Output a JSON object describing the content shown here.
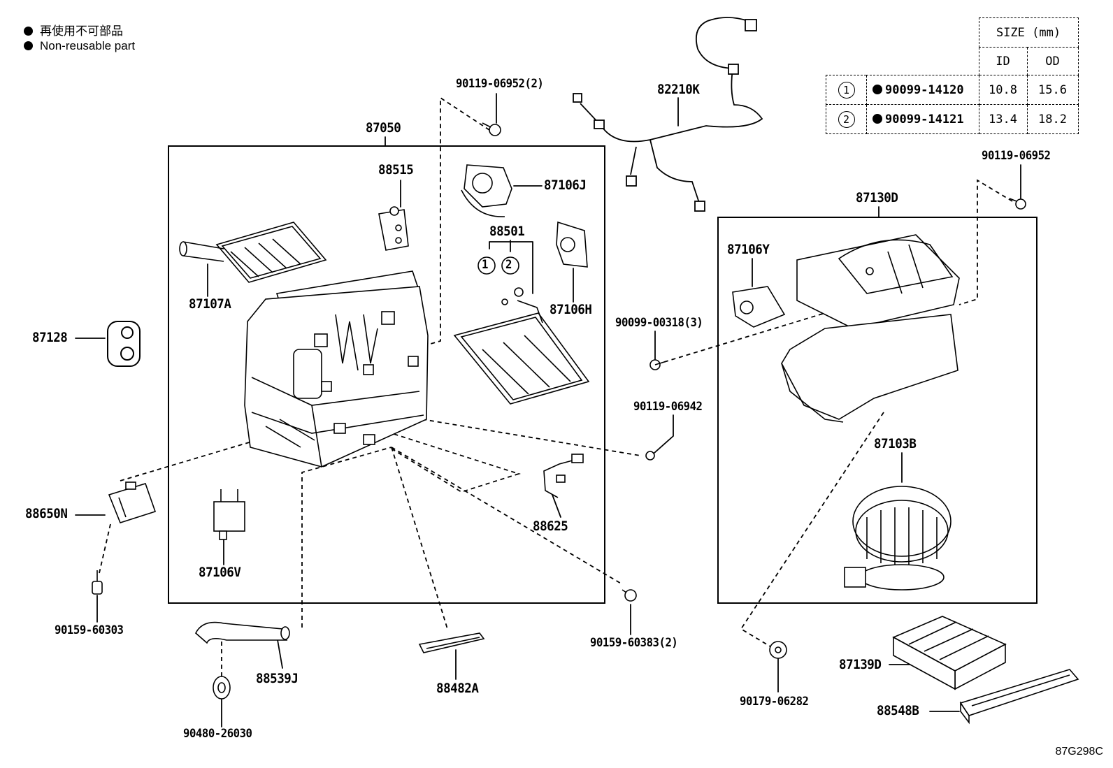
{
  "legend": {
    "line1": "再使用不可部品",
    "line2": "Non-reusable part"
  },
  "size_table": {
    "header": "SIZE (mm)",
    "col_id": "ID",
    "col_od": "OD",
    "rows": [
      {
        "index": "1",
        "part": "90099-14120",
        "id": "10.8",
        "od": "15.6"
      },
      {
        "index": "2",
        "part": "90099-14121",
        "id": "13.4",
        "od": "18.2"
      }
    ]
  },
  "labels": {
    "p87050": "87050",
    "p88515": "88515",
    "p87106j": "87106J",
    "p88501": "88501",
    "c1": "1",
    "c2": "2",
    "p87106h": "87106H",
    "p87107a": "87107A",
    "p87128": "87128",
    "p88650n": "88650N",
    "p87106v": "87106V",
    "p88625": "88625",
    "p90159_60303": "90159-60303",
    "p88539j": "88539J",
    "p90480_26030": "90480-26030",
    "p88482a": "88482A",
    "p90159_60383": "90159-60383(2)",
    "p90119_06952_2": "90119-06952(2)",
    "p82210k": "82210K",
    "p90119_06952": "90119-06952",
    "p87130d": "87130D",
    "p87106y": "87106Y",
    "p90099_00318": "90099-00318(3)",
    "p90119_06942": "90119-06942",
    "p87103b": "87103B",
    "p90179_06282": "90179-06282",
    "p87139d": "87139D",
    "p88548b": "88548B"
  },
  "drawing_code": "87G298C"
}
